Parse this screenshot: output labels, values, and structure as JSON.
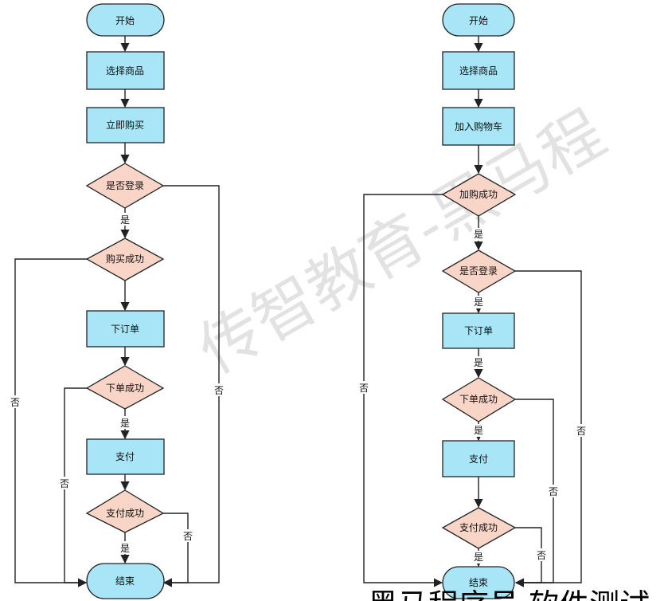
{
  "colors": {
    "terminal_fill": "#a8e6f7",
    "process_fill": "#a8e6f7",
    "decision_fill": "#f9d5c8",
    "stroke": "#222222"
  },
  "watermark": "传智教育-黑马程",
  "caption": "黑马程序员 软件测试",
  "left_flow": {
    "start": "开始",
    "select": "选择商品",
    "buy_now": "立即购买",
    "is_logged_in": "是否登录",
    "buy_success": "购买成功",
    "place_order": "下订单",
    "order_success": "下单成功",
    "pay": "支付",
    "pay_success": "支付成功",
    "end": "结束",
    "yes_1": "是",
    "yes_2": "是",
    "yes_3": "是",
    "no_buy": "否",
    "no_login": "否",
    "no_order": "否",
    "no_pay": "否"
  },
  "right_flow": {
    "start": "开始",
    "select": "选择商品",
    "add_cart": "加入购物车",
    "add_success": "加购成功",
    "is_logged_in": "是否登录",
    "place_order": "下订单",
    "order_success": "下单成功",
    "pay": "支付",
    "pay_success": "支付成功",
    "end": "结束",
    "yes_1": "是",
    "yes_2": "是",
    "yes_3": "是",
    "yes_4": "是",
    "yes_5": "是",
    "no_add": "否",
    "no_login": "否",
    "no_order": "否",
    "no_pay": "否"
  }
}
